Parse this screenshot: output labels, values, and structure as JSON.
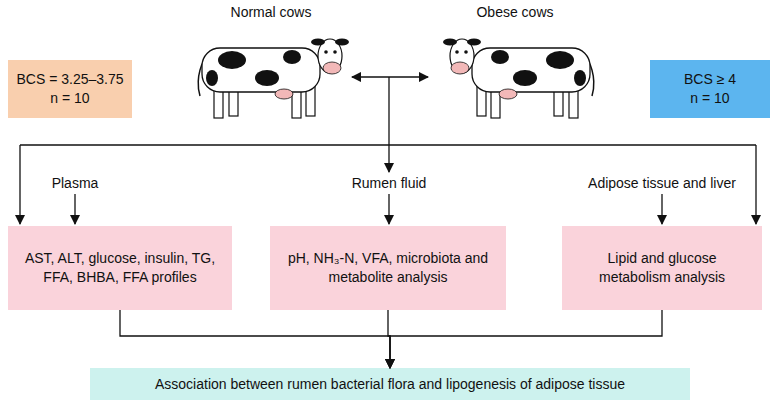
{
  "diagram": {
    "nodes": [
      {
        "text": [
          "Normal cows"
        ]
      },
      {
        "text": [
          "Obese cows"
        ]
      },
      {
        "text": [
          "BCS = 3.25–3.75",
          "n = 10"
        ]
      },
      {
        "text": [
          "BCS ≥ 4",
          "n = 10"
        ]
      },
      {
        "text": [
          "AST, ALT, glucose, insulin, TG, FFA, BHBA, FFA profiles"
        ]
      },
      {
        "text": [
          "pH, NH₃-N, VFA, microbiota and metabolite analysis"
        ]
      },
      {
        "text": [
          "Lipid and glucose metabolism analysis"
        ]
      },
      {
        "text": [
          "Association between rumen bacterial flora and lipogenesis of adipose tissue"
        ]
      }
    ],
    "edges": [
      {
        "from": 0,
        "to": 1,
        "arrow": "both"
      },
      {
        "from": 4,
        "to": 7,
        "arrow": "to"
      },
      {
        "from": 5,
        "to": 7,
        "arrow": "to"
      },
      {
        "from": 6,
        "to": 7,
        "arrow": "to"
      }
    ],
    "labels": [
      "Plasma",
      "Rumen fluid",
      "Adipose tissue and liver"
    ]
  }
}
